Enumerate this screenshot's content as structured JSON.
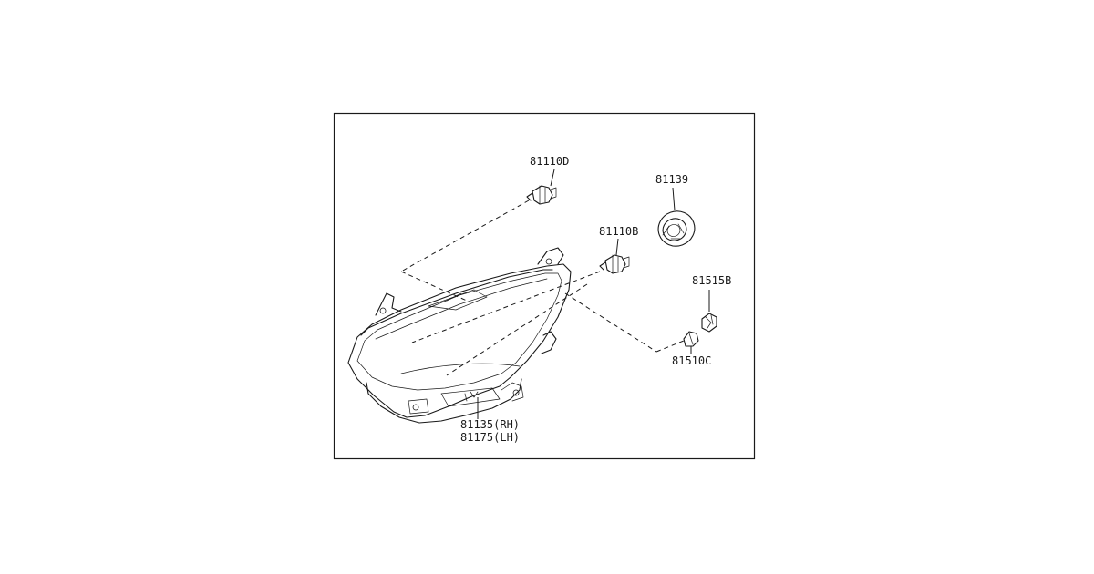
{
  "diagram": {
    "labels": {
      "bulb_d": "81110D",
      "bulb_b": "81110B",
      "cover": "81139",
      "socket": "81515B",
      "bulb_c": "81510C",
      "housing_rh": "81135(RH)",
      "housing_lh": "81175(LH)"
    }
  }
}
